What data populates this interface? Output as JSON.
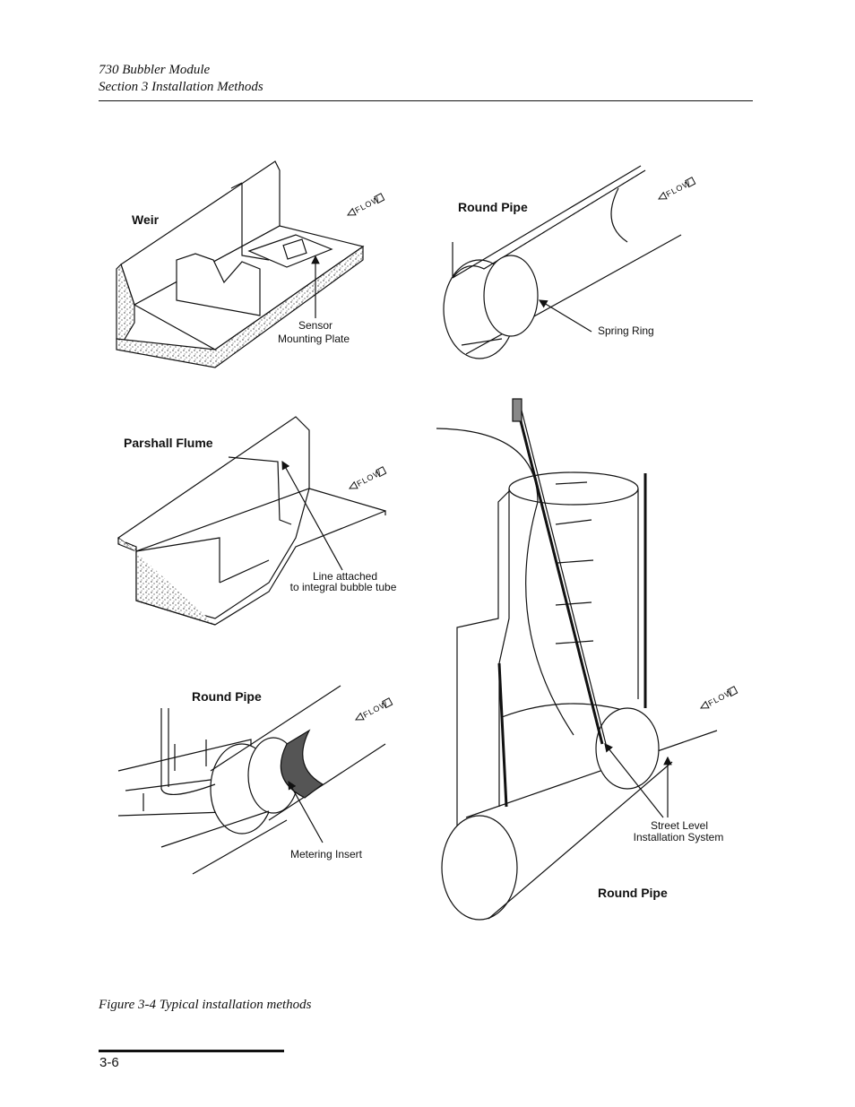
{
  "header": {
    "line1": "730 Bubbler Module",
    "line2": "Section 3   Installation Methods"
  },
  "figure": {
    "caption": "Figure 3-4   Typical installation methods",
    "flow_label": "FLOW",
    "panels": {
      "weir": {
        "title": "Weir",
        "callout_line1": "Sensor",
        "callout_line2": "Mounting Plate"
      },
      "round_pipe_top": {
        "title": "Round Pipe",
        "callout": "Spring Ring"
      },
      "parshall": {
        "title": "Parshall Flume",
        "callout_line1": "Line attached",
        "callout_line2": "to integral bubble tube"
      },
      "round_pipe_bottom": {
        "title": "Round Pipe",
        "callout": "Metering Insert"
      },
      "street_level": {
        "title": "Round Pipe",
        "callout_line1": "Street Level",
        "callout_line2": "Installation System"
      }
    }
  },
  "footer": {
    "page_number": "3-6"
  }
}
